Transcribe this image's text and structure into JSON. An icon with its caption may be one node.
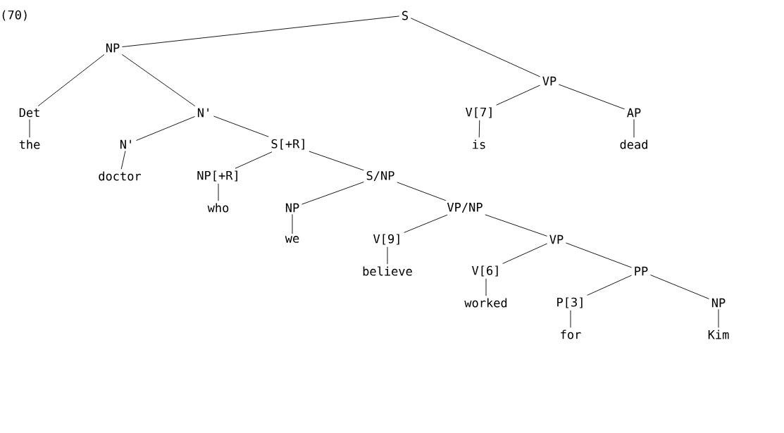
{
  "diagram": {
    "title": "(70)",
    "nodes": [
      {
        "text": [
          "S"
        ]
      },
      {
        "text": [
          "NP"
        ]
      },
      {
        "text": [
          "VP"
        ]
      },
      {
        "text": [
          "Det"
        ]
      },
      {
        "text": [
          "N'"
        ]
      },
      {
        "text": [
          "V[7]"
        ]
      },
      {
        "text": [
          "AP"
        ]
      },
      {
        "text": [
          "the"
        ]
      },
      {
        "text": [
          "N'"
        ]
      },
      {
        "text": [
          "S[+R]"
        ]
      },
      {
        "text": [
          "is"
        ]
      },
      {
        "text": [
          "dead"
        ]
      },
      {
        "text": [
          "doctor"
        ]
      },
      {
        "text": [
          "NP[+R]"
        ]
      },
      {
        "text": [
          "S/NP"
        ]
      },
      {
        "text": [
          "who"
        ]
      },
      {
        "text": [
          "NP"
        ]
      },
      {
        "text": [
          "VP/NP"
        ]
      },
      {
        "text": [
          "we"
        ]
      },
      {
        "text": [
          "V[9]"
        ]
      },
      {
        "text": [
          "VP"
        ]
      },
      {
        "text": [
          "believe"
        ]
      },
      {
        "text": [
          "V[6]"
        ]
      },
      {
        "text": [
          "PP"
        ]
      },
      {
        "text": [
          "worked"
        ]
      },
      {
        "text": [
          "P[3]"
        ]
      },
      {
        "text": [
          "NP"
        ]
      },
      {
        "text": [
          "for"
        ]
      },
      {
        "text": [
          "Kim"
        ]
      }
    ],
    "edges": [
      {
        "from": 0,
        "to": 1,
        "arrow": "none"
      },
      {
        "from": 0,
        "to": 2,
        "arrow": "none"
      },
      {
        "from": 1,
        "to": 3,
        "arrow": "none"
      },
      {
        "from": 1,
        "to": 4,
        "arrow": "none"
      },
      {
        "from": 2,
        "to": 5,
        "arrow": "none"
      },
      {
        "from": 2,
        "to": 6,
        "arrow": "none"
      },
      {
        "from": 3,
        "to": 7,
        "arrow": "none"
      },
      {
        "from": 4,
        "to": 8,
        "arrow": "none"
      },
      {
        "from": 4,
        "to": 9,
        "arrow": "none"
      },
      {
        "from": 5,
        "to": 10,
        "arrow": "none"
      },
      {
        "from": 6,
        "to": 11,
        "arrow": "none"
      },
      {
        "from": 8,
        "to": 12,
        "arrow": "none"
      },
      {
        "from": 9,
        "to": 13,
        "arrow": "none"
      },
      {
        "from": 9,
        "to": 14,
        "arrow": "none"
      },
      {
        "from": 13,
        "to": 15,
        "arrow": "none"
      },
      {
        "from": 14,
        "to": 16,
        "arrow": "none"
      },
      {
        "from": 14,
        "to": 17,
        "arrow": "none"
      },
      {
        "from": 16,
        "to": 18,
        "arrow": "none"
      },
      {
        "from": 17,
        "to": 19,
        "arrow": "none"
      },
      {
        "from": 17,
        "to": 20,
        "arrow": "none"
      },
      {
        "from": 19,
        "to": 21,
        "arrow": "none"
      },
      {
        "from": 20,
        "to": 22,
        "arrow": "none"
      },
      {
        "from": 20,
        "to": 23,
        "arrow": "none"
      },
      {
        "from": 22,
        "to": 24,
        "arrow": "none"
      },
      {
        "from": 23,
        "to": 25,
        "arrow": "none"
      },
      {
        "from": 23,
        "to": 26,
        "arrow": "none"
      },
      {
        "from": 25,
        "to": 27,
        "arrow": "none"
      },
      {
        "from": 26,
        "to": 28,
        "arrow": "none"
      }
    ]
  }
}
